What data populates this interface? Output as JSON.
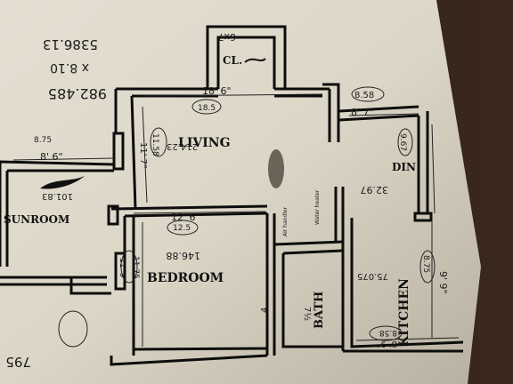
{
  "rooms": {
    "closet": "CL.",
    "living": "LIVING",
    "dining": "DIN",
    "sunroom": "SUNROOM",
    "bedroom": "BEDROOM",
    "bath": "BATH",
    "kitchen": "KITCHEN"
  },
  "dimensions": {
    "closet_size": "6x7",
    "living_width": "18' 6\"",
    "living_width_circled": "18.5",
    "living_depth": "11' 7\"",
    "living_depth_circled": "11.58",
    "living_area": "214.23",
    "top_right_circled": "8.58",
    "top_right_width": "8' 7\"",
    "dining_circled": "9.67",
    "dining_area": "32.97",
    "sunroom_left": "8.75",
    "sunroom_width": "8' 6\"",
    "sunroom_area": "101.83",
    "water_heater": "Water heater",
    "air_handler": "Air handler",
    "bedroom_width": "12' 6\"",
    "bedroom_width_circled": "12.5",
    "bedroom_area": "146.88",
    "bedroom_depth": "11' 9\"",
    "bedroom_depth_circled": "11.75",
    "bath_note": "7½",
    "small_mark": "4",
    "kitchen_area": "75.075",
    "kitchen_depth": "9' 9\"",
    "kitchen_depth_circled": "8.75",
    "kitchen_width_circled": "8.58",
    "kitchen_width": "8' 9\"",
    "margin_total": "982.485",
    "margin_mult": "x 8.10",
    "margin_product": "5386.13",
    "margin_bottom_left": "795"
  }
}
